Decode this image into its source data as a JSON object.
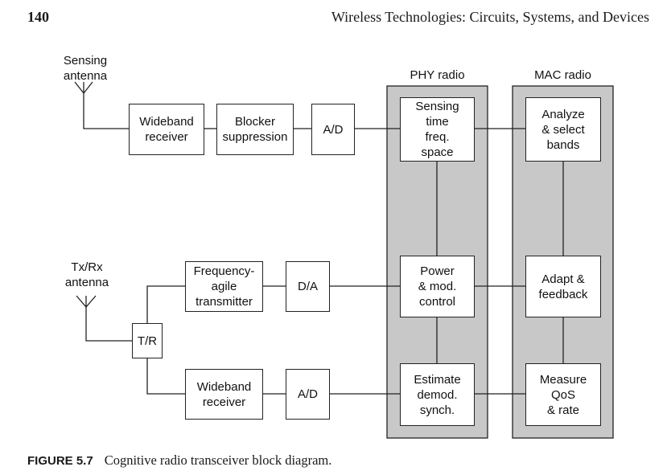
{
  "header": {
    "page_number": "140",
    "running_title": "Wireless Technologies: Circuits, Systems, and Devices"
  },
  "diagram": {
    "antennas": {
      "sensing": "Sensing\nantenna",
      "txrx": "Tx/Rx\nantenna"
    },
    "columns": {
      "phy": "PHY radio",
      "mac": "MAC radio"
    },
    "blocks": {
      "wideband_receiver_top": "Wideband\nreceiver",
      "blocker_suppression": "Blocker\nsuppression",
      "ad_top": "A/D",
      "freq_agile_transmitter": "Frequency-\nagile\ntransmitter",
      "da": "D/A",
      "tr_switch": "T/R",
      "wideband_receiver_bottom": "Wideband\nreceiver",
      "ad_bottom": "A/D",
      "sensing_block": "Sensing\ntime\nfreq.\nspace",
      "power_mod_control": "Power\n& mod.\ncontrol",
      "estimate_demod": "Estimate\ndemod.\nsynch.",
      "analyze_select": "Analyze\n& select\nbands",
      "adapt_feedback": "Adapt &\nfeedback",
      "measure_qos": "Measure\nQoS\n& rate"
    },
    "colors": {
      "panel_fill": "#c8c8c8",
      "line": "#222222"
    }
  },
  "caption": {
    "figure_number": "FIGURE 5.7",
    "text": "Cognitive radio transceiver block diagram."
  }
}
